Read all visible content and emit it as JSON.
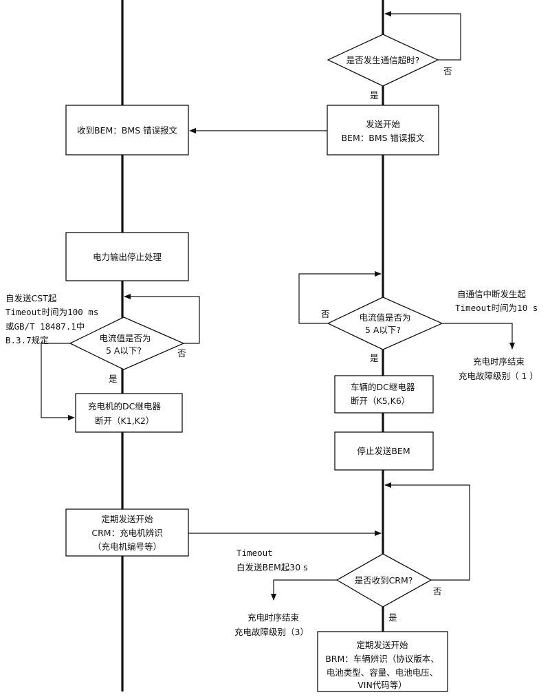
{
  "diagram": {
    "left": {
      "bem_received": "收到BEM：BMS 错误报文",
      "power_stop": "电力输出停止处理",
      "timeout_note": [
        "自发送CST起",
        "Timeout时间为100 ms",
        "或GB/T 18487.1中",
        "B.3.7规定"
      ],
      "current_check": [
        "电流值是否为",
        "5 A以下?"
      ],
      "no": "否",
      "yes": "是",
      "relay_open": [
        "充电机的DC继电器",
        "断开（K1,K2）"
      ],
      "crm_send": [
        "定期发送开始",
        "CRM：充电机辨识",
        "（充电机编号等）"
      ]
    },
    "right": {
      "timeout_check": "是否发生通信超时?",
      "no1": "否",
      "yes1": "是",
      "bem_send": [
        "发送开始",
        "BEM：BMS 错误报文"
      ],
      "current_check": [
        "电流值是否为",
        "5 A以下?"
      ],
      "no2": "否",
      "yes2": "是",
      "timeout_note": [
        "自通信中断发生起",
        "Timeout时间为10 s"
      ],
      "end1": [
        "充电时序结束",
        "充电故障级别（ 1 ）"
      ],
      "relay_open": [
        "车辆的DC继电器",
        "断开（K5,K6）"
      ],
      "stop_bem": "停止发送BEM",
      "crm_timeout_note": [
        "Timeout",
        "白发送BEM起30 s"
      ],
      "crm_check": "是否收到CRM?",
      "no3": "否",
      "yes3": "是",
      "end3": [
        "充电时序结束",
        "充电故障级别（3）"
      ],
      "brm_send": [
        "定期发送开始",
        "BRM：车辆辨识（协议版本、",
        "电池类型、容量、电池电压、",
        "VIN代码等）"
      ]
    }
  }
}
